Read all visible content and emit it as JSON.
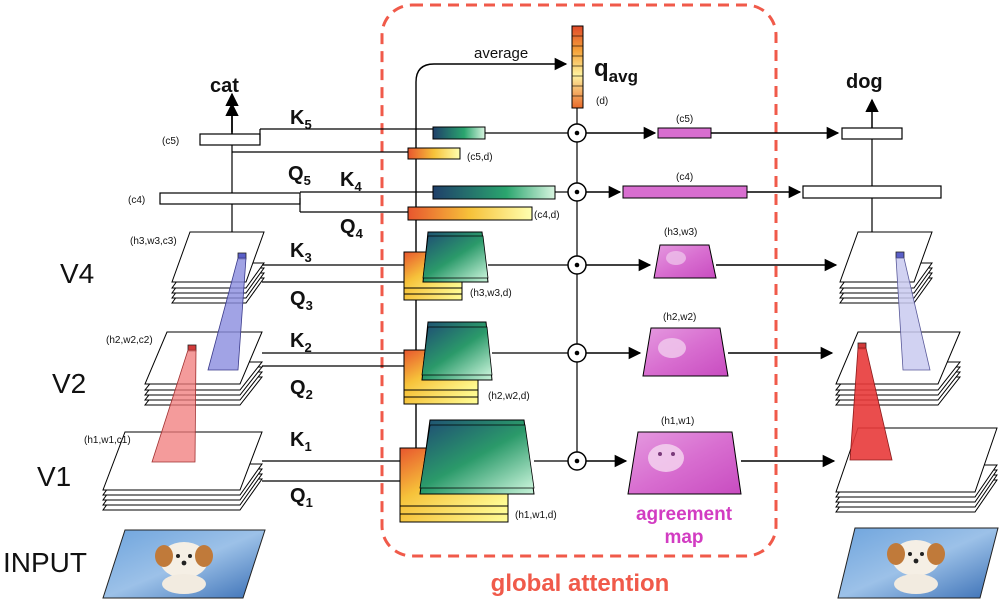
{
  "labels": {
    "cat": "cat",
    "dog": "dog",
    "average": "average",
    "q_avg_main": "q",
    "q_avg_sub": "avg",
    "q_avg_dim": "(d)",
    "layer_v4": "V4",
    "layer_v2": "V2",
    "layer_v1": "V1",
    "input": "INPUT",
    "agreement_line1": "agreement",
    "agreement_line2": "map",
    "global_attention": "global attention"
  },
  "keys": {
    "k5": {
      "main": "K",
      "sub": "5"
    },
    "q5": {
      "main": "Q",
      "sub": "5"
    },
    "k4": {
      "main": "K",
      "sub": "4"
    },
    "q4": {
      "main": "Q",
      "sub": "4"
    },
    "k3": {
      "main": "K",
      "sub": "3"
    },
    "q3": {
      "main": "Q",
      "sub": "3"
    },
    "k2": {
      "main": "K",
      "sub": "2"
    },
    "q2": {
      "main": "Q",
      "sub": "2"
    },
    "k1": {
      "main": "K",
      "sub": "1"
    },
    "q1": {
      "main": "Q",
      "sub": "1"
    }
  },
  "dims": {
    "c5": "(c5)",
    "c4": "(c4)",
    "h3w3c3": "(h3,w3,c3)",
    "h2w2c2": "(h2,w2,c2)",
    "h1w1c1": "(h1,w1,c1)",
    "c5d": "(c5,d)",
    "c4d": "(c4,d)",
    "h3w3d": "(h3,w3,d)",
    "h2w2d": "(h2,w2,d)",
    "h1w1d": "(h1,w1,d)",
    "out_c5": "(c5)",
    "out_c4": "(c4)",
    "out_h3w3": "(h3,w3)",
    "out_h2w2": "(h2,w2)",
    "out_h1w1": "(h1,w1)"
  },
  "operators": {
    "dot": "⊙"
  },
  "colors": {
    "global_attention_border": "#f05a4a",
    "agreement_pink": "#d23cc2",
    "key_gradient_start": "#1f5f7a",
    "key_gradient_end": "#7fe0b0",
    "query_gradient_start": "#e0603a",
    "query_gradient_end": "#ffff99",
    "receptive_blue": "#8a8cdf",
    "receptive_red": "#f07a7a"
  }
}
